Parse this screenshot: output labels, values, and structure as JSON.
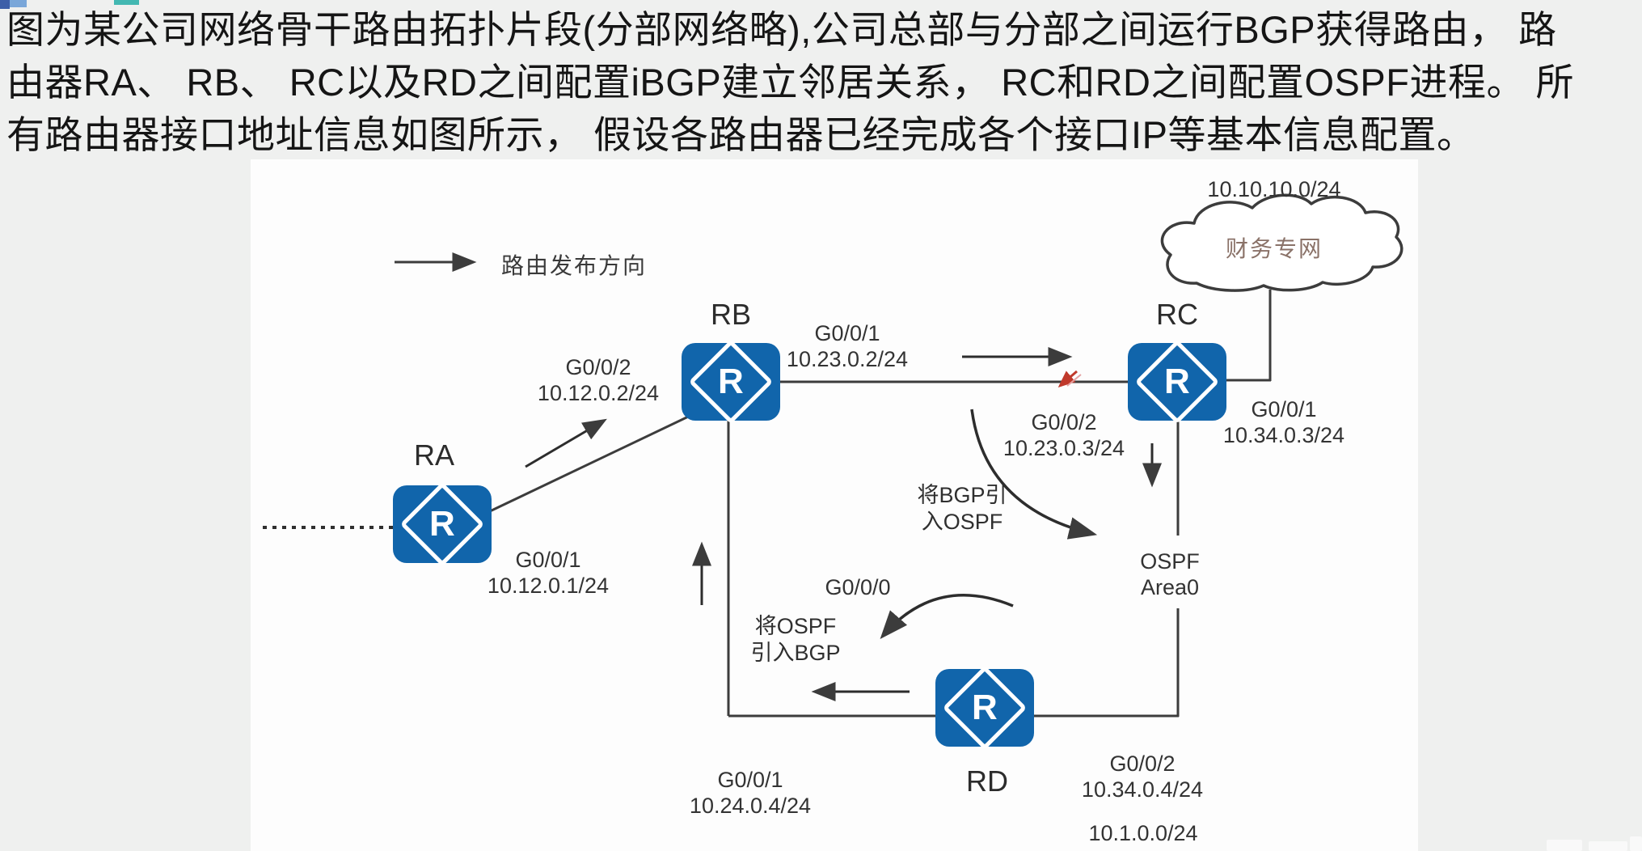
{
  "title": {
    "line1": "图为某公司网络骨干路由拓扑片段(分部网络略),公司总部与分部之间运行BGP获得路由， 路",
    "line2": "由器RA、 RB、 RC以及RD之间配置iBGP建立邻居关系， RC和RD之间配置OSPF进程。 所",
    "line3": "有路由器接口地址信息如图所示， 假设各路由器已经完成各个接口IP等基本信息配置。"
  },
  "legend": {
    "route_direction_label": "路由发布方向"
  },
  "routers": {
    "ra": {
      "name": "RA",
      "letter": "R"
    },
    "rb": {
      "name": "RB",
      "letter": "R"
    },
    "rc": {
      "name": "RC",
      "letter": "R"
    },
    "rd": {
      "name": "RD",
      "letter": "R"
    }
  },
  "interfaces": {
    "ra_g001": {
      "port": "G0/0/1",
      "ip": "10.12.0.1/24"
    },
    "rb_g002": {
      "port": "G0/0/2",
      "ip": "10.12.0.2/24"
    },
    "rb_g001": {
      "port": "G0/0/1",
      "ip": "10.23.0.2/24"
    },
    "rc_g002": {
      "port": "G0/0/2",
      "ip": "10.23.0.3/24"
    },
    "rc_g001": {
      "port": "G0/0/1",
      "ip": "10.34.0.3/24"
    },
    "rd_g000": {
      "port": "G0/0/0"
    },
    "rd_g001": {
      "port": "G0/0/1",
      "ip": "10.24.0.4/24"
    },
    "rd_g002": {
      "port": "G0/0/2",
      "ip": "10.34.0.4/24"
    }
  },
  "networks": {
    "finance_cloud": {
      "label": "财务专网",
      "prefix": "10.10.10.0/24"
    },
    "bottom": {
      "prefix": "10.1.0.0/24"
    }
  },
  "ospf_area": {
    "line1": "OSPF",
    "line2": "Area0"
  },
  "annotations": {
    "import_bgp_line1": "将BGP引",
    "import_bgp_line2": "入OSPF",
    "import_ospf_line1": "将OSPF",
    "import_ospf_line2": "引入BGP"
  },
  "colors": {
    "router_blue": "#1165ab",
    "line": "#3c3c3c",
    "red_mark": "#c0392b",
    "cloud_text": "#8a7268"
  }
}
